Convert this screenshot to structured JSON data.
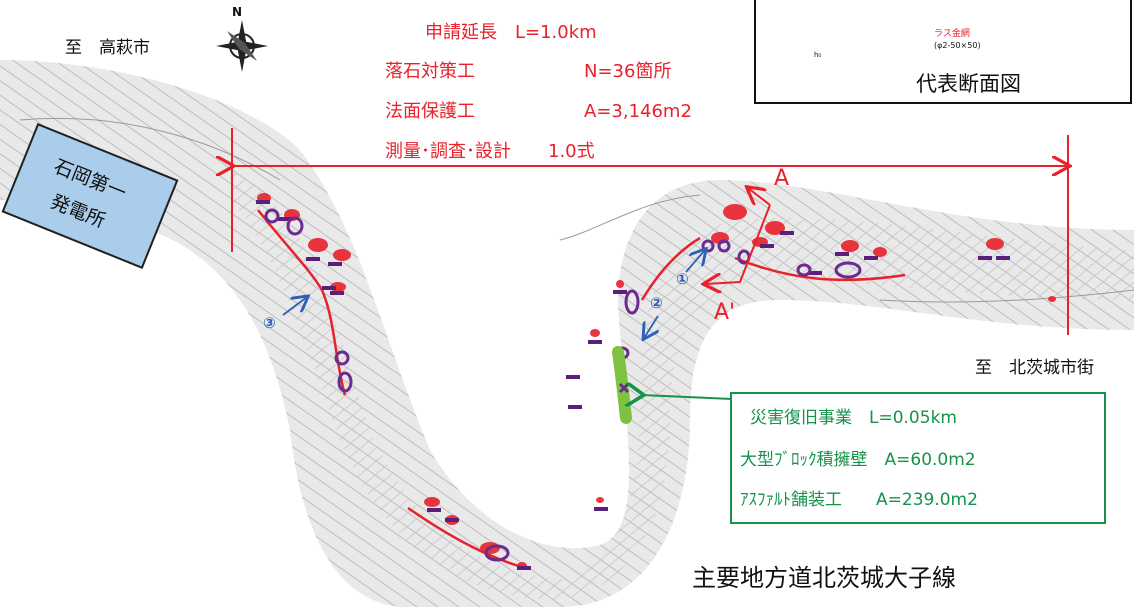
{
  "place_labels": {
    "to_takahagi": "至　高萩市",
    "to_kitaibaraki": "至　北茨城市街"
  },
  "project": {
    "length": "申請延長　L=1.0km",
    "rockfall_label": "落石対策工",
    "rockfall_value": "N=36箇所",
    "slope_label": "法面保護工",
    "slope_value": "A=3,146m2",
    "survey_label": "測量･調査･設計",
    "survey_value": "1.0式"
  },
  "plant": {
    "line1": "石岡第一",
    "line2": "発電所"
  },
  "inset": {
    "title": "代表断面図",
    "mesh_label": "ラス金網",
    "mesh_spec": "(φ2-50×50)",
    "tiny_label": "h₀"
  },
  "disaster": {
    "row1": "災害復旧事業　L=0.05km",
    "row2": "大型ﾌﾞﾛｯｸ積擁壁　A=60.0m2",
    "row3": "ｱｽﾌｧﾙﾄ舗装工　　A=239.0m2"
  },
  "road_name": "主要地方道北茨城大子線",
  "section": {
    "a": "A",
    "a_prime": "A'"
  },
  "view_points": [
    "①",
    "②",
    "③"
  ],
  "compass": {
    "north": "N"
  },
  "colors": {
    "red": "#e8212a",
    "purple": "#6a2c8e",
    "green": "#16924a",
    "blue": "#2f5fb7",
    "plant_fill": "#a9cdea",
    "topo_line": "#c8c8c8"
  }
}
